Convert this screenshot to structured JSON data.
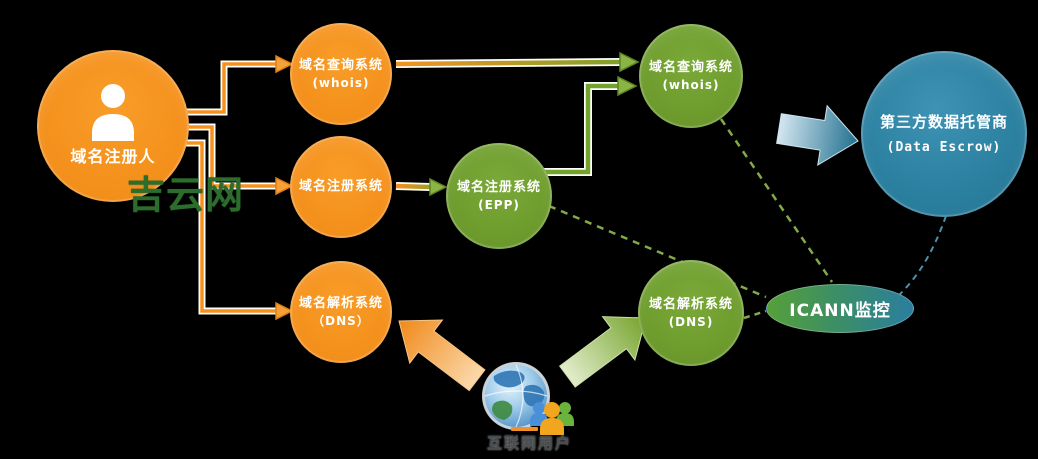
{
  "watermark": "吉云网",
  "nodes": {
    "registrant": {
      "label": "域名注册人"
    },
    "registrar_whois": {
      "label": "域名查询系统",
      "sub": "(whois)"
    },
    "registrar_registration": {
      "label": "域名注册系统",
      "sub": ""
    },
    "registrar_dns": {
      "label": "域名解析系统",
      "sub": "（DNS）"
    },
    "registry_epp": {
      "label": "域名注册系统",
      "sub": "(EPP)"
    },
    "registry_whois": {
      "label": "域名查询系统",
      "sub": "(whois)"
    },
    "registry_dns": {
      "label": "域名解析系统",
      "sub": "(DNS)"
    },
    "data_escrow": {
      "label": "第三方数据托管商",
      "sub": "(Data Escrow)"
    },
    "icann": {
      "label": "ICANN监控"
    },
    "internet_users": {
      "label": "互联网用户"
    }
  },
  "icons": {
    "registrant": "person-icon",
    "internet_users": "globe-users-icon"
  },
  "colors": {
    "background": "#000000",
    "orange": "#f5921e",
    "green": "#6f9e2e",
    "teal": "#2b80a0",
    "icann_gradient_left": "#56a03a",
    "icann_gradient_right": "#2a7e9e",
    "watermark_green": "#2c6c2d",
    "dashed_green": "#82ab45",
    "dashed_blue": "#4f90ad"
  }
}
